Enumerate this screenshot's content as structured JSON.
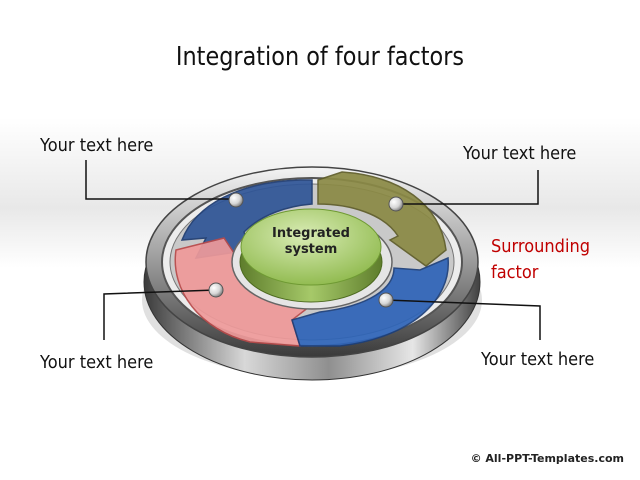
{
  "title": "Integration of four factors",
  "center": {
    "line1": "Integrated",
    "line2": "system"
  },
  "callouts": {
    "top_left": "Your text here",
    "top_right": "Your text here",
    "bottom_left": "Your text here",
    "bottom_right": "Your text here"
  },
  "side_label": {
    "line1": "Surrounding",
    "line2": "factor"
  },
  "copyright": "© All-PPT-Templates.com",
  "colors": {
    "segment_top_left": "#2f5597",
    "segment_top_right": "#8b8a45",
    "segment_bottom_left": "#e06666",
    "segment_bottom_right": "#2e64b8",
    "center": "#9bc34c",
    "side_label": "#c00000"
  }
}
